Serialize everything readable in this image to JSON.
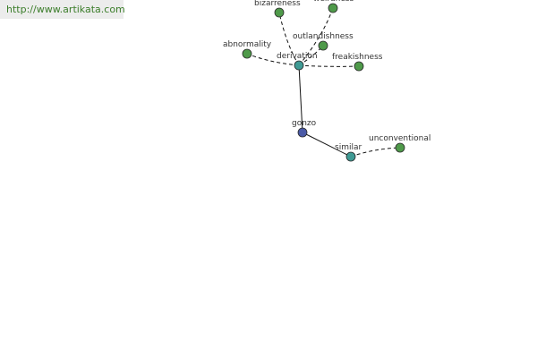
{
  "watermark": {
    "url_text": "http://www.artikata.com"
  },
  "colors": {
    "center": "#4a5aa6",
    "relation": "#3f9a94",
    "leaf": "#4f9a4a"
  },
  "graph": {
    "nodes": [
      {
        "id": "gonzo",
        "label": "gonzo",
        "kind": "center"
      },
      {
        "id": "derivation",
        "label": "derivation",
        "kind": "relation"
      },
      {
        "id": "similar",
        "label": "similar",
        "kind": "relation"
      },
      {
        "id": "abnormality",
        "label": "abnormality",
        "kind": "leaf"
      },
      {
        "id": "bizarreness",
        "label": "bizarreness",
        "kind": "leaf"
      },
      {
        "id": "weirdness",
        "label": "weirdness",
        "kind": "leaf"
      },
      {
        "id": "outlandishness",
        "label": "outlandishness",
        "kind": "leaf"
      },
      {
        "id": "freakishness",
        "label": "freakishness",
        "kind": "leaf"
      },
      {
        "id": "unconventional",
        "label": "unconventional",
        "kind": "leaf"
      }
    ],
    "edges": [
      {
        "from": "gonzo",
        "to": "derivation",
        "style": "solid"
      },
      {
        "from": "gonzo",
        "to": "similar",
        "style": "solid"
      },
      {
        "from": "derivation",
        "to": "abnormality",
        "style": "dashed"
      },
      {
        "from": "derivation",
        "to": "bizarreness",
        "style": "dashed"
      },
      {
        "from": "derivation",
        "to": "weirdness",
        "style": "dashed"
      },
      {
        "from": "derivation",
        "to": "outlandishness",
        "style": "dashed"
      },
      {
        "from": "derivation",
        "to": "freakishness",
        "style": "dashed"
      },
      {
        "from": "similar",
        "to": "unconventional",
        "style": "dashed"
      }
    ]
  }
}
